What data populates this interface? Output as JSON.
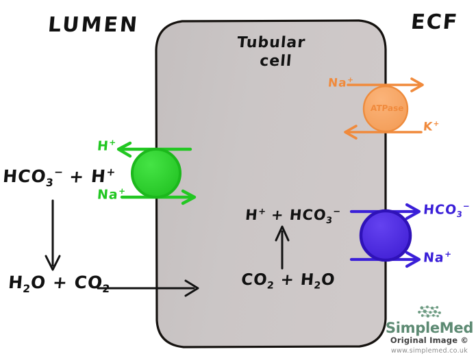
{
  "diagram": {
    "title": "Tubular cell proximal tubule bicarbonate reabsorption",
    "background_color": "#ffffff"
  },
  "labels": {
    "lumen": "LUMEN",
    "ecf": "ECF",
    "cell_line1": "Tubular",
    "cell_line2": "cell"
  },
  "cell": {
    "fill_color": "#cbc6c6",
    "border_color": "#1a1a1a"
  },
  "equations": {
    "lumen_top": {
      "parts": [
        "HCO",
        "3",
        "−",
        " + H",
        "+"
      ],
      "text": "HCO3- + H+"
    },
    "lumen_bottom": {
      "text": "H2O + CO2"
    },
    "cell_top": {
      "text": "H+ + HCO3-"
    },
    "cell_bottom": {
      "text": "CO2 + H2O"
    }
  },
  "transporters": [
    {
      "id": "nhe3",
      "name": "sodium-hydrogen-exchanger",
      "color": "#22c722",
      "border_color": "#16a516",
      "membrane": "apical",
      "labels": {
        "out": "H+",
        "in": "Na+"
      }
    },
    {
      "id": "na-k-atpase",
      "name": "sodium-potassium-atpase",
      "color": "#f6a363",
      "border_color": "#ee8b3c",
      "membrane": "basolateral",
      "enzyme_label": "ATPase",
      "labels": {
        "out": "Na+",
        "in": "K+"
      }
    },
    {
      "id": "nbc",
      "name": "sodium-bicarbonate-cotransporter",
      "color": "#4a27e0",
      "border_color": "#2f12b8",
      "membrane": "basolateral",
      "labels": {
        "top": "HCO3-",
        "bottom": "Na+"
      }
    }
  ],
  "ions": {
    "h_plus": "H",
    "na_plus": "Na",
    "k_plus": "K",
    "hco3_minus": "HCO",
    "plus": "+",
    "minus": "−",
    "three": "3",
    "two": "2"
  },
  "logo": {
    "name": "SimpleMed",
    "tagline": "Original Image ©",
    "url": "www.simplemed.co.uk",
    "brand_color": "#5d8a73"
  }
}
